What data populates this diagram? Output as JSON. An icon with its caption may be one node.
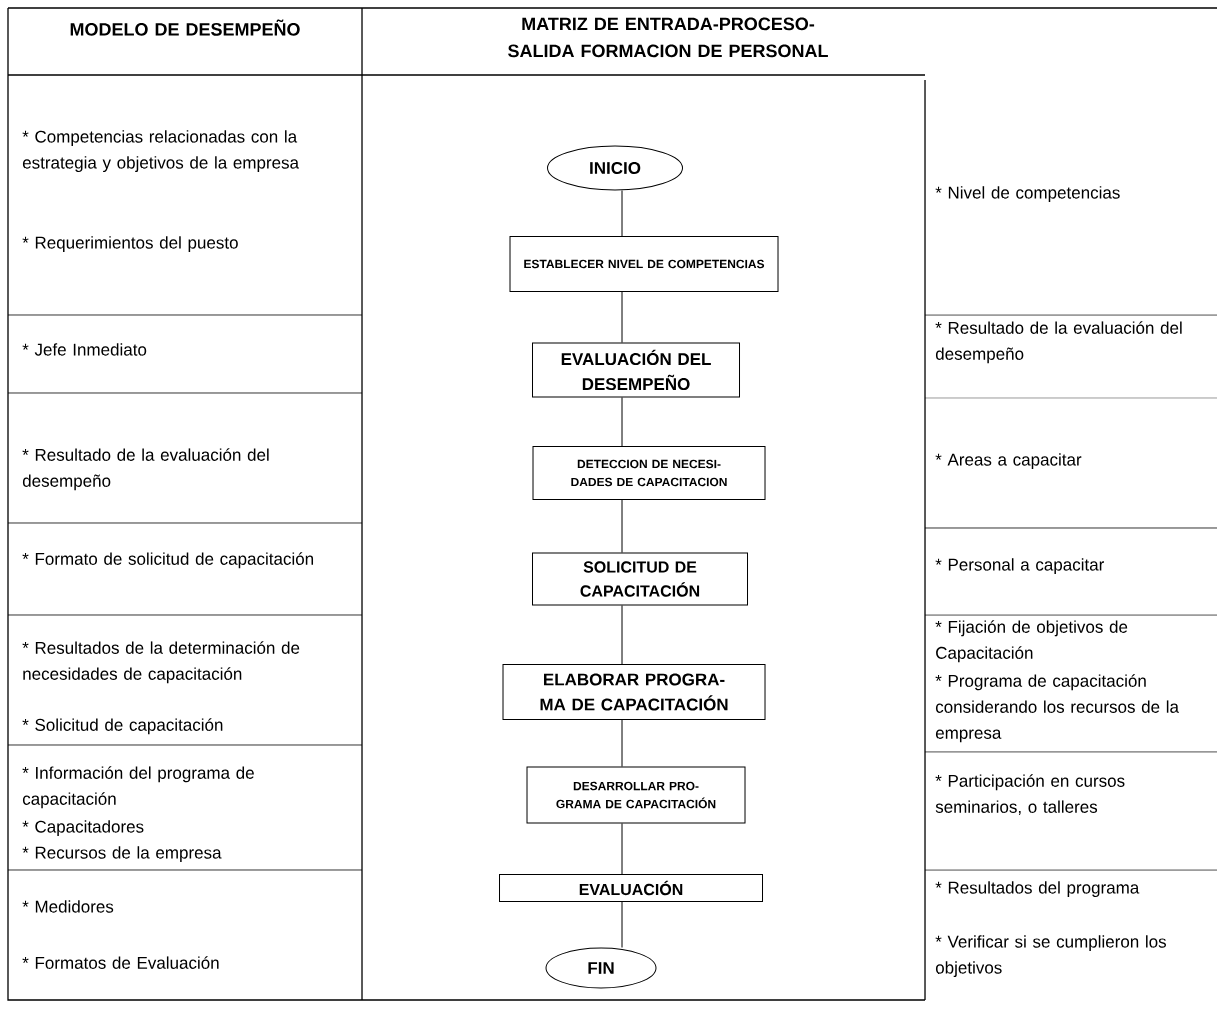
{
  "diagram": {
    "title": "MATRIZ DE ENTRADA-PROCESO-SALIDA FORMACION DE PERSONAL",
    "nodes": [
      {
        "text": [
          "INICIO"
        ]
      },
      {
        "text": [
          "ESTABLECER NIVEL DE COMPETENCIAS"
        ]
      },
      {
        "text": [
          "EVALUACIÓN DEL DESEMPEÑO"
        ]
      },
      {
        "text": [
          "DETECCION DE NECESI- DADES DE CAPACITACION"
        ]
      },
      {
        "text": [
          "SOLICITUD DE CAPACITACIÓN"
        ]
      },
      {
        "text": [
          "ELABORAR PROGRA- MA DE CAPACITACIÓN"
        ]
      },
      {
        "text": [
          "DESARROLLAR PRO- GRAMA DE CAPACITACIÓN"
        ]
      },
      {
        "text": [
          "EVALUACIÓN"
        ]
      },
      {
        "text": [
          "FIN"
        ]
      }
    ],
    "edges": [
      {
        "from": 0,
        "to": 1,
        "arrow": "none"
      },
      {
        "from": 1,
        "to": 2,
        "arrow": "none"
      },
      {
        "from": 2,
        "to": 3,
        "arrow": "none"
      },
      {
        "from": 3,
        "to": 4,
        "arrow": "none"
      },
      {
        "from": 4,
        "to": 5,
        "arrow": "none"
      },
      {
        "from": 5,
        "to": 6,
        "arrow": "none"
      },
      {
        "from": 6,
        "to": 7,
        "arrow": "none"
      },
      {
        "from": 7,
        "to": 8,
        "arrow": "none"
      }
    ],
    "labels": [
      "MODELO DE DESEMPEÑO",
      "* Competencias relacionadas con la estrategia y objetivos de la empresa",
      "* Requerimientos del puesto",
      "* Jefe Inmediato",
      "* Resultado de la evaluación del desempeño",
      "* Formato de solicitud de capacitación",
      "* Resultados de la determinación de necesidades de capacitación",
      "* Solicitud de capacitación",
      "* Información del programa de capacitación",
      "* Capacitadores",
      "* Recursos de la empresa",
      "* Medidores",
      "* Formatos de Evaluación",
      "* Nivel de competencias",
      "* Resultado de la evaluación del desempeño",
      "* Areas a capacitar",
      "* Personal a capacitar",
      "* Fijación de objetivos de Capacitación",
      "* Programa de capacitación considerando los recursos de la empresa",
      "* Participación en cursos seminarios, o talleres",
      "* Resultados del programa",
      "* Verificar si se cumplieron los objetivos"
    ]
  }
}
